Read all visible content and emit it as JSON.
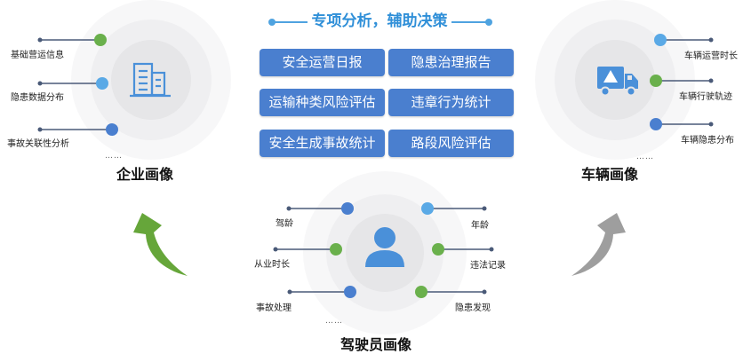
{
  "header": {
    "title": "专项分析，辅助决策"
  },
  "buttons": [
    "安全运营日报",
    "隐患治理报告",
    "运输种类风险评估",
    "违章行为统计",
    "安全生成事故统计",
    "路段风险评估"
  ],
  "enterprise": {
    "title": "企业画像",
    "items": [
      "基础营运信息",
      "隐患数据分布",
      "事故关联性分析"
    ],
    "ellipsis": "……"
  },
  "vehicle": {
    "title": "车辆画像",
    "items": [
      "车辆运营时长",
      "车辆行驶轨迹",
      "车辆隐患分布"
    ],
    "ellipsis": "……"
  },
  "driver": {
    "title": "驾驶员画像",
    "left_items": [
      "驾龄",
      "从业时长",
      "事故处理"
    ],
    "right_items": [
      "年龄",
      "违法记录",
      "隐患发现"
    ],
    "ellipsis": "……"
  },
  "colors": {
    "accent": "#4a7fcf",
    "title_blue": "#2f8fd8",
    "node_blue": "#4a7fcf",
    "node_lightblue": "#5aa9e6",
    "node_green": "#6ab04c",
    "arrow_green": "#66a63a",
    "arrow_gray": "#9e9e9e",
    "connector": "#4a5a78"
  },
  "icons": {
    "enterprise": "building-icon",
    "vehicle": "truck-icon",
    "driver": "user-icon"
  }
}
